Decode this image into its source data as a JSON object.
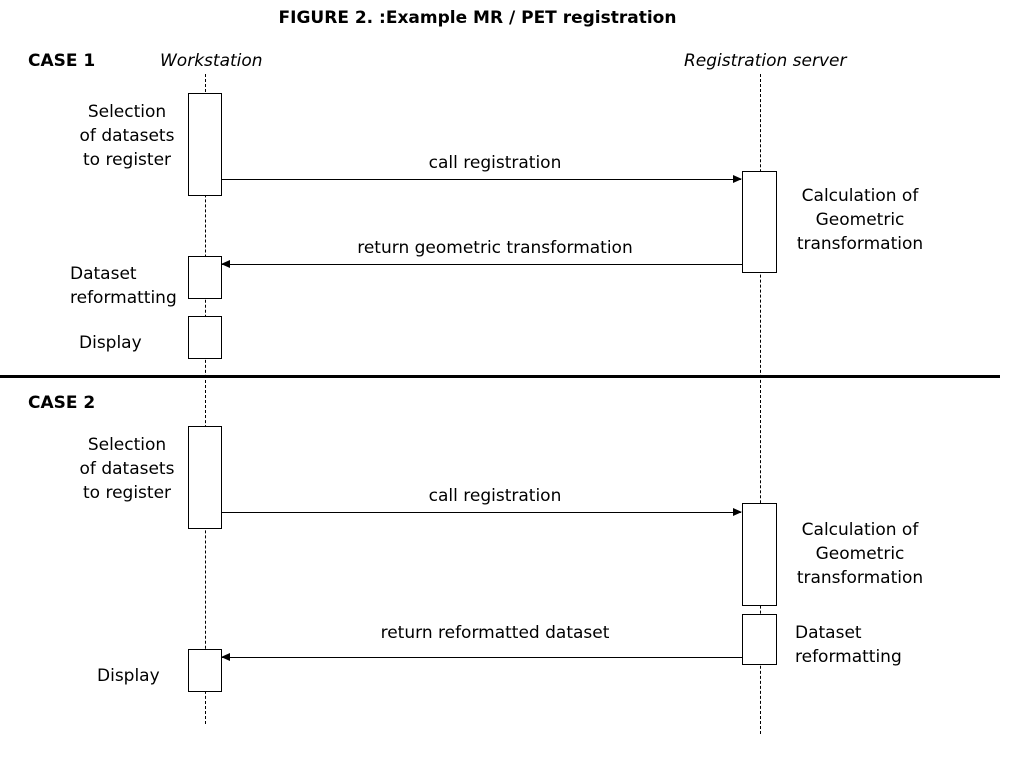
{
  "title": "FIGURE 2. :Example  MR / PET registration",
  "lifelines": {
    "workstation": "Workstation",
    "server": "Registration server"
  },
  "case1": {
    "label": "CASE 1",
    "selection": [
      "Selection",
      "of datasets",
      "to register"
    ],
    "call": "call registration",
    "calculation": [
      "Calculation of",
      "Geometric",
      "transformation"
    ],
    "return": "return geometric transformation",
    "reformat": [
      "Dataset",
      "reformatting"
    ],
    "display": "Display"
  },
  "case2": {
    "label": "CASE 2",
    "selection": [
      "Selection",
      "of datasets",
      "to register"
    ],
    "call": "call registration",
    "calculation": [
      "Calculation of",
      "Geometric",
      "transformation"
    ],
    "return": "return reformatted dataset",
    "reformat": [
      "Dataset",
      "reformatting"
    ],
    "display": "Display"
  }
}
